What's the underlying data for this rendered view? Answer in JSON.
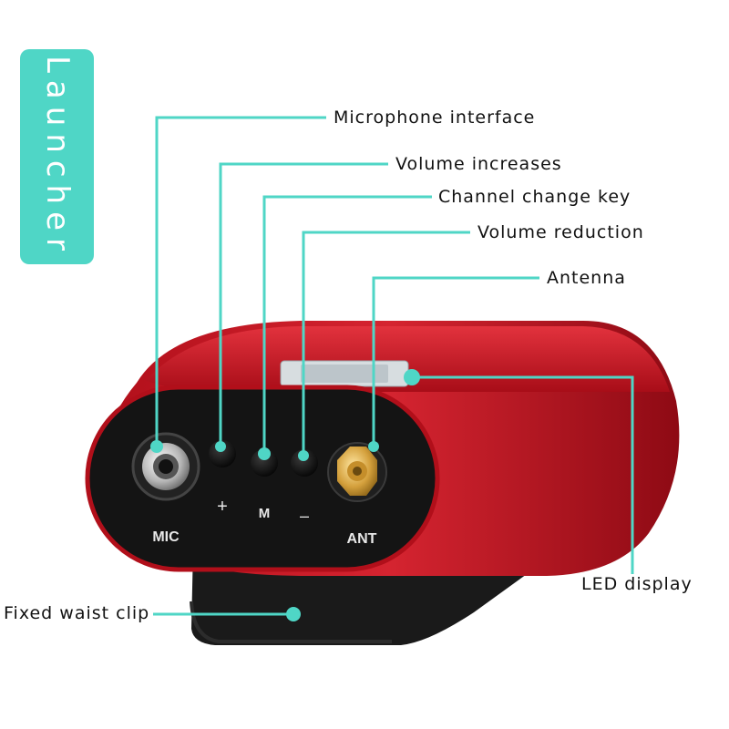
{
  "badge": {
    "label": "Launcher",
    "color": "#4fd6c6"
  },
  "callouts": {
    "microphone_interface": "Microphone interface",
    "volume_increases": "Volume increases",
    "channel_change_key": "Channel change key",
    "volume_reduction": "Volume reduction",
    "antenna": "Antenna",
    "led_display": "LED display",
    "fixed_waist_clip": "Fixed waist clip"
  },
  "device": {
    "mic_label": "MIC",
    "plus_label": "+",
    "m_label": "M",
    "minus_label": "–",
    "ant_label": "ANT",
    "body_color": "#c4121f",
    "panel_color": "#141414"
  },
  "leader_color": "#4fd6c6"
}
